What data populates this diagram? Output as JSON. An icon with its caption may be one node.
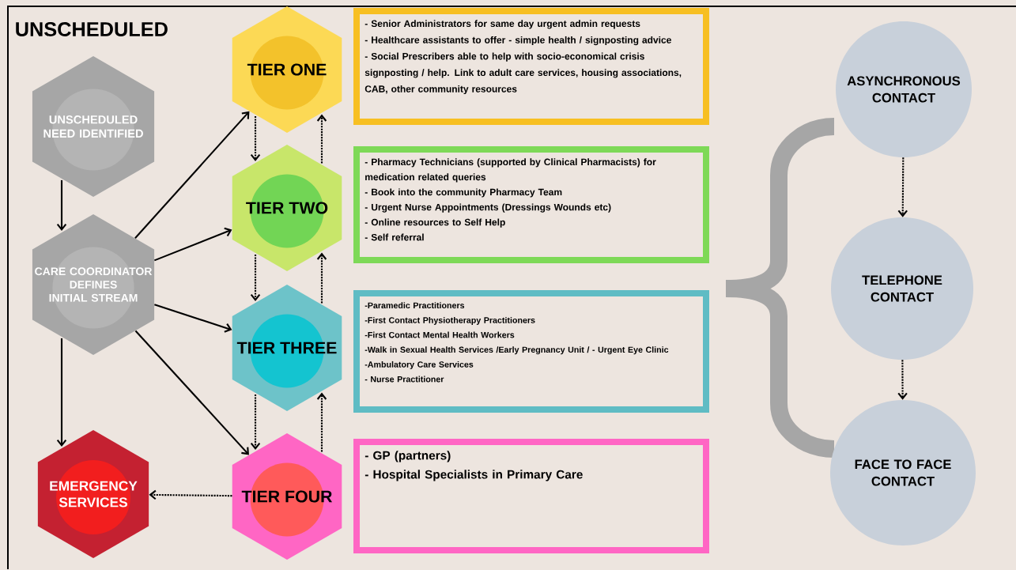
{
  "diagram": {
    "title": "UNSCHEDULED",
    "nodes": [
      {
        "text": [
          "UNSCHEDULED NEED IDENTIFIED"
        ]
      },
      {
        "text": [
          "CARE COORDINATOR DEFINES INITIAL STREAM"
        ]
      },
      {
        "text": [
          "EMERGENCY SERVICES"
        ]
      },
      {
        "text": [
          "TIER ONE"
        ]
      },
      {
        "text": [
          "TIER TWO"
        ]
      },
      {
        "text": [
          "TIER THREE"
        ]
      },
      {
        "text": [
          "TIER FOUR"
        ]
      },
      {
        "text": [
          "- Senior Administrators for same day urgent admin requests",
          "- Healthcare assistants to offer - simple health / signposting advice",
          "- Social Prescribers able to help with socio-economical crisis signposting / help. Link to adult care services, housing associations, CAB, other community resources"
        ]
      },
      {
        "text": [
          "- Pharmacy Technicians (supported by Clinical Pharmacists) for medication related queries",
          "- Book into the community Pharmacy Team",
          "- Urgent Nurse Appointments (Dressings Wounds etc)",
          "- Online resources to Self Help",
          "- Self referral"
        ]
      },
      {
        "text": [
          "-Paramedic Practitioners",
          "-First Contact Physiotherapy Practitioners",
          "-First Contact Mental Health Workers",
          "-Walk in Sexual Health Services /Early Pregnancy Unit / - Urgent Eye Clinic",
          "-Ambulatory Care Services",
          "- Nurse Practitioner"
        ]
      },
      {
        "text": [
          "- GP (partners)",
          "- Hospital Specialists in Primary Care"
        ]
      },
      {
        "text": [
          "ASYNCHRONOUS CONTACT"
        ]
      },
      {
        "text": [
          "TELEPHONE CONTACT"
        ]
      },
      {
        "text": [
          "FACE TO FACE CONTACT"
        ]
      }
    ],
    "edges": [
      {
        "from": 0,
        "to": 1,
        "arrow": "to"
      },
      {
        "from": 1,
        "to": 3,
        "arrow": "to"
      },
      {
        "from": 1,
        "to": 4,
        "arrow": "to"
      },
      {
        "from": 1,
        "to": 5,
        "arrow": "to"
      },
      {
        "from": 1,
        "to": 6,
        "arrow": "to"
      },
      {
        "from": 1,
        "to": 2,
        "arrow": "to"
      },
      {
        "from": 3,
        "to": 4,
        "arrow": "to",
        "style": "dashed"
      },
      {
        "from": 4,
        "to": 3,
        "arrow": "to",
        "style": "dashed"
      },
      {
        "from": 4,
        "to": 5,
        "arrow": "to",
        "style": "dashed"
      },
      {
        "from": 5,
        "to": 4,
        "arrow": "to",
        "style": "dashed"
      },
      {
        "from": 5,
        "to": 6,
        "arrow": "to",
        "style": "dashed"
      },
      {
        "from": 6,
        "to": 5,
        "arrow": "to",
        "style": "dashed"
      },
      {
        "from": 6,
        "to": 2,
        "arrow": "to",
        "style": "dashed"
      },
      {
        "from": 11,
        "to": 12,
        "arrow": "to",
        "style": "dashed"
      },
      {
        "from": 12,
        "to": 13,
        "arrow": "to",
        "style": "dashed"
      }
    ]
  }
}
